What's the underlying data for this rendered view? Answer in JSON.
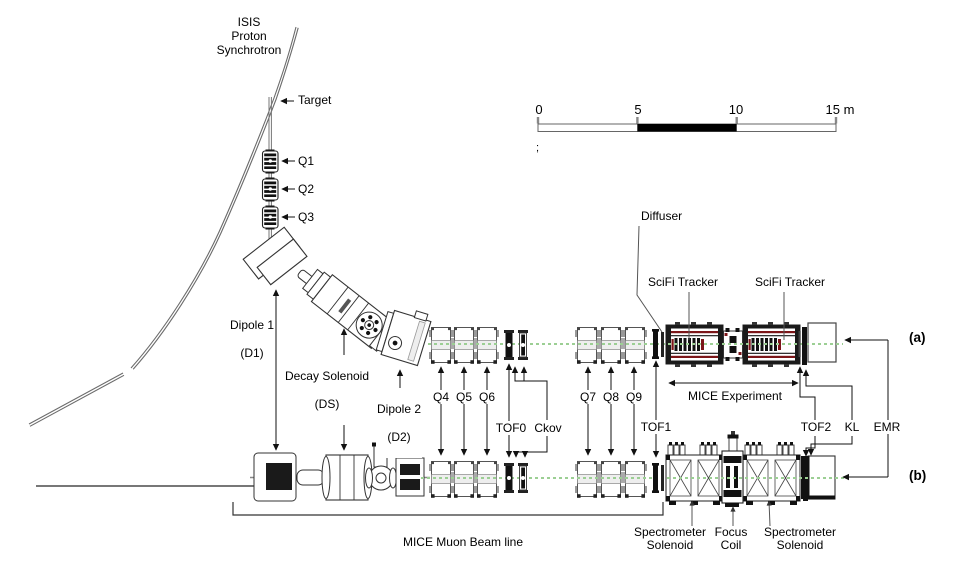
{
  "figure": {
    "source": {
      "isis": "ISIS\nProton\nSynchrotron",
      "target": "Target"
    },
    "upstream_quads": {
      "q1": "Q1",
      "q2": "Q2",
      "q3": "Q3"
    },
    "bend_elements": {
      "dipole1": "Dipole 1",
      "dipole1_abbr": "(D1)",
      "decay_solenoid": "Decay Solenoid",
      "decay_solenoid_abbr": "(DS)",
      "dipole2": "Dipole 2",
      "dipole2_abbr": "(D2)"
    },
    "mid_quads": {
      "q4": "Q4",
      "q5": "Q5",
      "q6": "Q6"
    },
    "detectors": {
      "tof0": "TOF0",
      "ckov": "Ckov",
      "tof1": "TOF1",
      "tof2": "TOF2",
      "kl": "KL",
      "emr": "EMR",
      "diffuser": "Diffuser"
    },
    "down_quads": {
      "q7": "Q7",
      "q8": "Q8",
      "q9": "Q9"
    },
    "trackers": {
      "scifi1": "SciFi Tracker",
      "scifi2": "SciFi Tracker"
    },
    "experiment": {
      "mice_experiment": "MICE Experiment",
      "spectrometer1": "Spectrometer\nSolenoid",
      "focus_coil": "Focus\nCoil",
      "spectrometer2": "Spectrometer\nSolenoid"
    },
    "views": {
      "a": "(a)",
      "b": "(b)"
    },
    "beamline_caption": "MICE Muon Beam line",
    "scale_bar": {
      "t0": "0",
      "t5": "5",
      "t10": "10",
      "t15": "15 m"
    },
    "stray_mark": ";",
    "colors": {
      "beam_axis_green": "#9ccf94",
      "tracker_red": "#7c1619",
      "line_gray": "#666666"
    }
  }
}
